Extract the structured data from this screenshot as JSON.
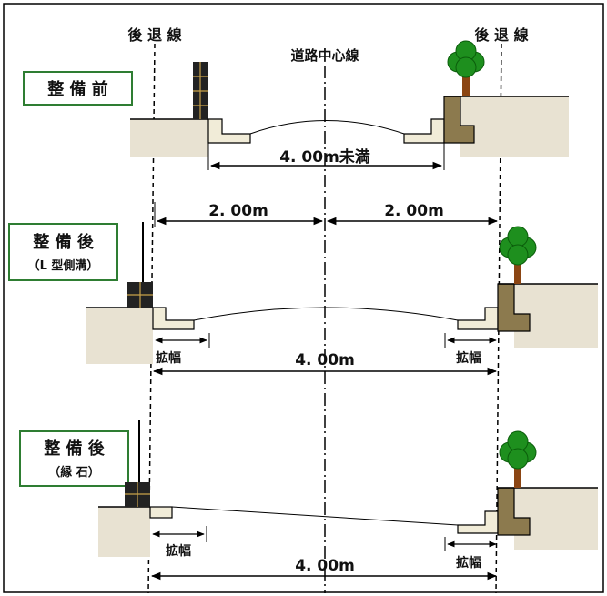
{
  "labels": {
    "setback_left": "後 退 線",
    "setback_right": "後 退 線",
    "centerline": "道路中心線"
  },
  "panels": {
    "before": {
      "title": "整 備 前",
      "dim": "4. 00m未満"
    },
    "l_gutter": {
      "title": "整 備 後",
      "subtitle": "（L 型側溝）",
      "dim_left_half": "2. 00m",
      "dim_right_half": "2. 00m",
      "widen_left": "拡幅",
      "widen_right": "拡幅",
      "dim": "4. 00m"
    },
    "curb": {
      "title": "整 備 後",
      "subtitle": "（縁 石）",
      "widen_left": "拡幅",
      "widen_right": "拡幅",
      "dim": "4. 00m"
    }
  },
  "colors": {
    "title_border": "#2e7d32",
    "ground": "#e8e2d2",
    "retaining_wall": "#8c7a4e",
    "gutter": "#f1ecd8",
    "block_wall": "#222222",
    "tree_foliage": "#1e8f1e",
    "tree_trunk": "#8b4513"
  }
}
